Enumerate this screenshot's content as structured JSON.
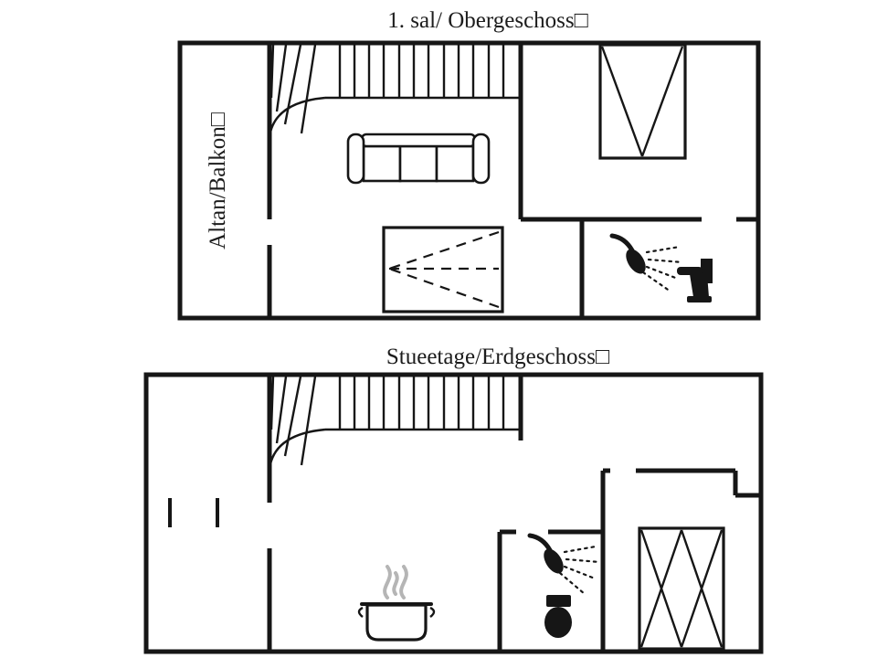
{
  "upper_floor": {
    "title": "1. sal/ Obergeschoss□",
    "balcony_label": "Altan/Balkon□",
    "icons": [
      "staircase-icon",
      "sofa-icon",
      "bed-icon",
      "wardrobe-icon",
      "shower-icon",
      "toilet-icon"
    ]
  },
  "ground_floor": {
    "title": "Stueetage/Erdgeschoss□",
    "icons": [
      "staircase-icon",
      "cooking-pot-icon",
      "steam-icon",
      "shower-icon",
      "toilet-icon",
      "wardrobe-icon"
    ]
  },
  "colors": {
    "line": "#161616",
    "steam": "#b5b5b5",
    "background": "#ffffff"
  }
}
